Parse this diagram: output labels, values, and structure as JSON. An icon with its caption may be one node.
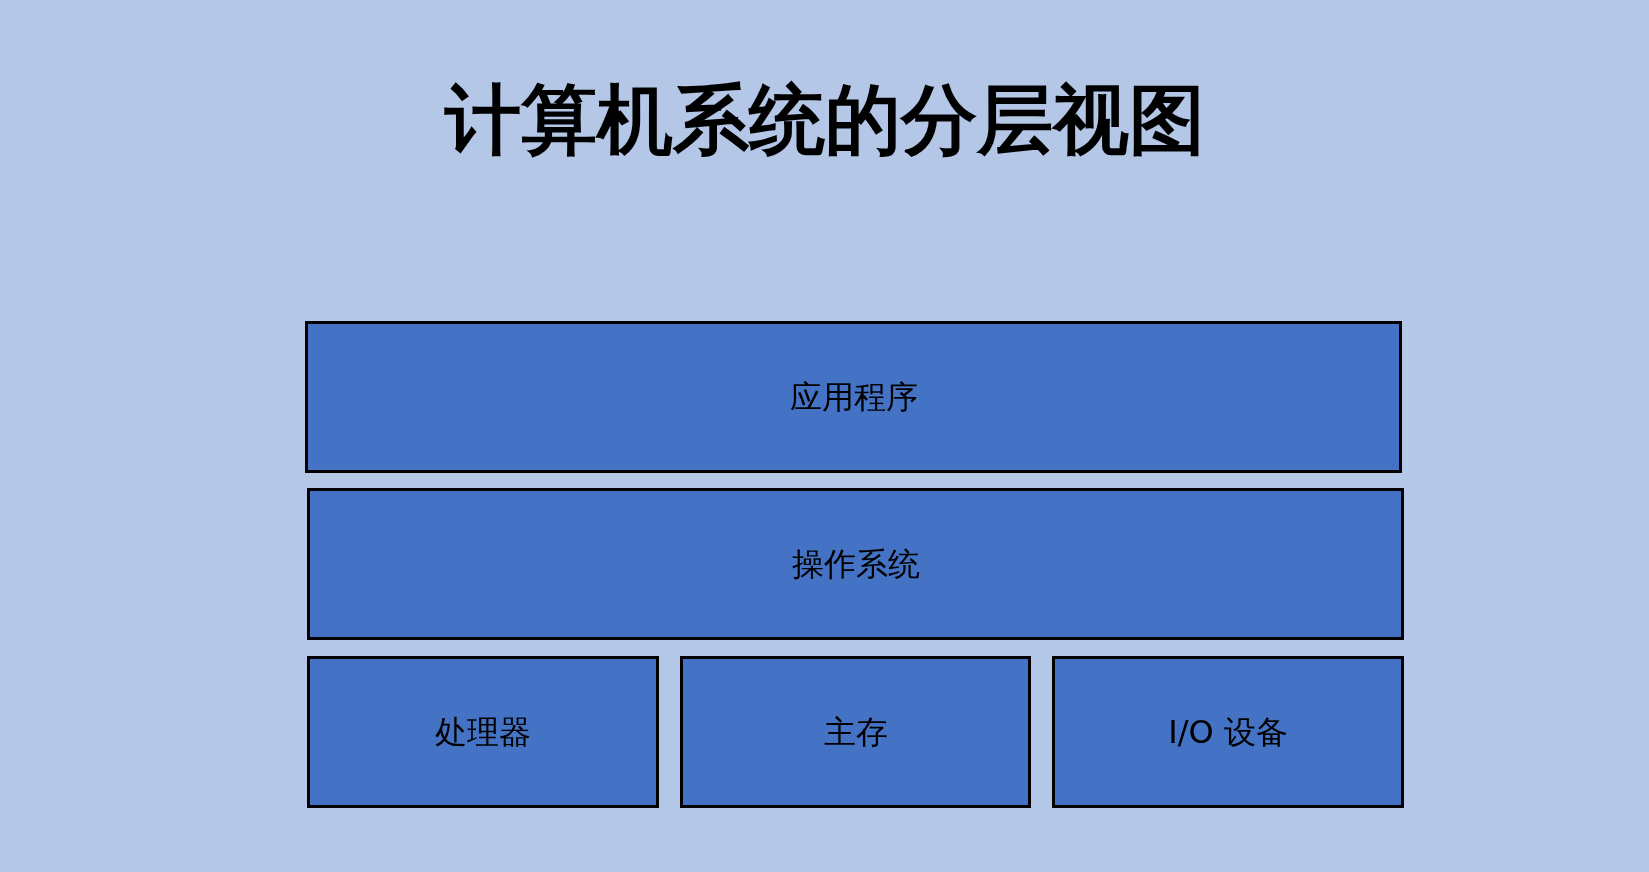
{
  "diagram": {
    "title": "计算机系统的分层视图",
    "nodes": [
      {
        "text": [
          "应用程序"
        ]
      },
      {
        "text": [
          "操作系统"
        ]
      },
      {
        "text": [
          "处理器"
        ]
      },
      {
        "text": [
          "主存"
        ]
      },
      {
        "text": [
          "I/O 设备"
        ]
      }
    ]
  }
}
